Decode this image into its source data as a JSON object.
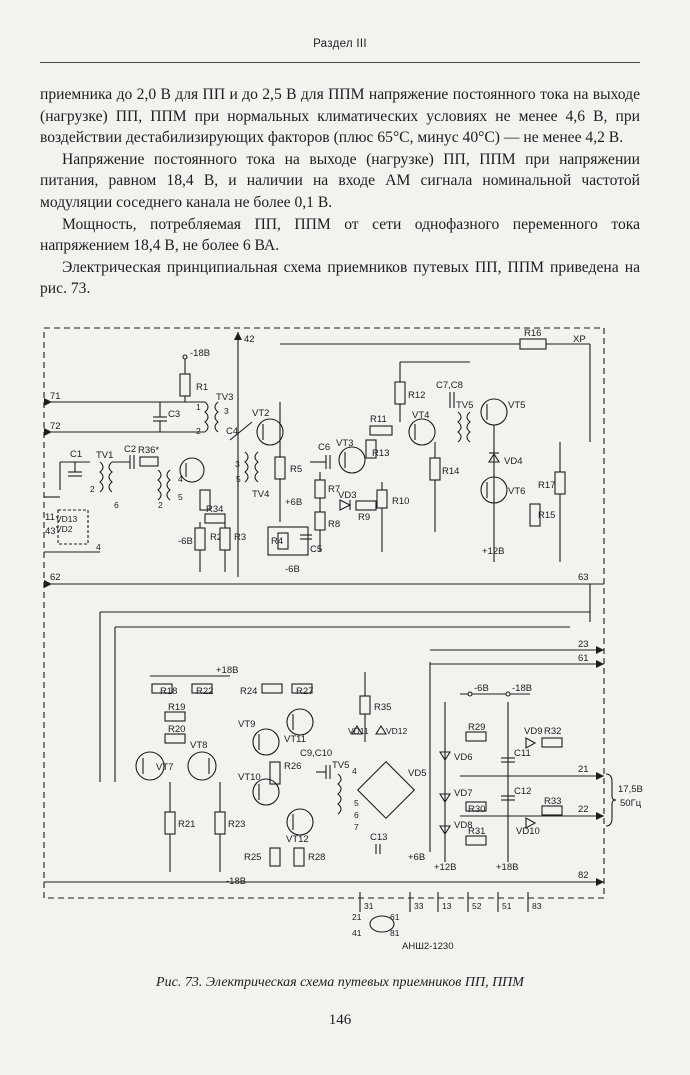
{
  "header": {
    "section": "Раздел III"
  },
  "paragraphs": [
    "приемника до 2,0 В для ПП и до 2,5 В для ППМ напряжение постоянного тока на выходе (нагрузке) ПП, ППМ при нормальных климатических условиях не менее 4,6 В, при воздействии дестабилизирующих факторов (плюс 65°С, минус 40°С) — не менее 4,2 В.",
    "Напряжение постоянного тока на выходе (нагрузке) ПП, ППМ при напряжении питания, равном 18,4 В, и наличии на входе АМ сигнала номинальной частотой модуляции соседнего канала не более 0,1 В.",
    "Мощность, потребляемая ПП, ППМ от сети однофазного переменного тока напряжением 18,4 В, не более 6 ВА.",
    "Электрическая принципиальная схема приемников путевых ПП, ППМ приведена на рис. 73."
  ],
  "schematic": {
    "components": {
      "R1": "R1",
      "R2": "R2",
      "R3": "R3",
      "R4": "R4",
      "R5": "R5",
      "R7": "R7",
      "R8": "R8",
      "R9": "R9",
      "R10": "R10",
      "R11": "R11",
      "R12": "R12",
      "R13": "R13",
      "R14": "R14",
      "R15": "R15",
      "R16": "R16",
      "R17": "R17",
      "R18": "R18",
      "R19": "R19",
      "R20": "R20",
      "R21": "R21",
      "R22": "R22",
      "R23": "R23",
      "R24": "R24",
      "R25": "R25",
      "R26": "R26",
      "R27": "R27",
      "R28": "R28",
      "R29": "R29",
      "R30": "R30",
      "R31": "R31",
      "R32": "R32",
      "R33": "R33",
      "R34": "R34",
      "R35": "R35",
      "R36": "R36*",
      "C1": "C1",
      "C2": "C2",
      "C3": "C3",
      "C4": "C4",
      "C5": "C5",
      "C6": "C6",
      "C78": "C7,C8",
      "C910": "C9,C10",
      "C11": "C11",
      "C12": "C12",
      "C13": "C13",
      "TV1": "TV1",
      "TV3": "TV3",
      "TV4": "TV4",
      "TV5": "TV5",
      "VT2": "VT2",
      "VT3": "VT3",
      "VT4": "VT4",
      "VT5": "VT5",
      "VT6": "VT6",
      "VT7": "VT7",
      "VT8": "VT8",
      "VT9": "VT9",
      "VT10": "VT10",
      "VT11": "VT11",
      "VT12": "VT12",
      "VD3": "VD3",
      "VD4": "VD4",
      "VD5": "VD5",
      "VD6": "VD6",
      "VD7": "VD7",
      "VD8": "VD8",
      "VD9": "VD9",
      "VD10": "VD10",
      "VD11": "VD11",
      "VD12": "VD12",
      "VD13": "VD13",
      "VD2": "VD2",
      "XP": "XP"
    },
    "supply": {
      "m18": "-18В",
      "m18b": "-18В",
      "m18c": "-18В",
      "p6": "+6В",
      "p6b": "+6В",
      "m6": "-6В",
      "m6b": "-6В",
      "m6c": "-6В",
      "p12": "+12В",
      "p12b": "+12В",
      "p18": "+18В",
      "p18b": "+18В"
    },
    "pins": {
      "p42": "42",
      "p71": "71",
      "p72": "72",
      "p62": "62",
      "p63": "63",
      "p23": "23",
      "p61": "61",
      "p21": "21",
      "p22": "22",
      "p82": "82",
      "p11": "11",
      "p43": "43",
      "p31": "31",
      "p33": "33",
      "p13": "13",
      "p52": "52",
      "p51": "51",
      "p83": "83",
      "p41": "41",
      "p81": "81",
      "p21b": "21",
      "p61b": "61"
    },
    "winding": {
      "w1": "1",
      "w2": "2",
      "w3": "3",
      "w4": "4",
      "w5": "5",
      "w6": "6",
      "w7": "7"
    },
    "power_in": {
      "voltage": "17,5В",
      "freq": "50Гц"
    },
    "connector": "АНШ2-1230"
  },
  "caption": "Рис. 73. Электрическая схема путевых приемников ПП, ППМ",
  "page_number": "146"
}
